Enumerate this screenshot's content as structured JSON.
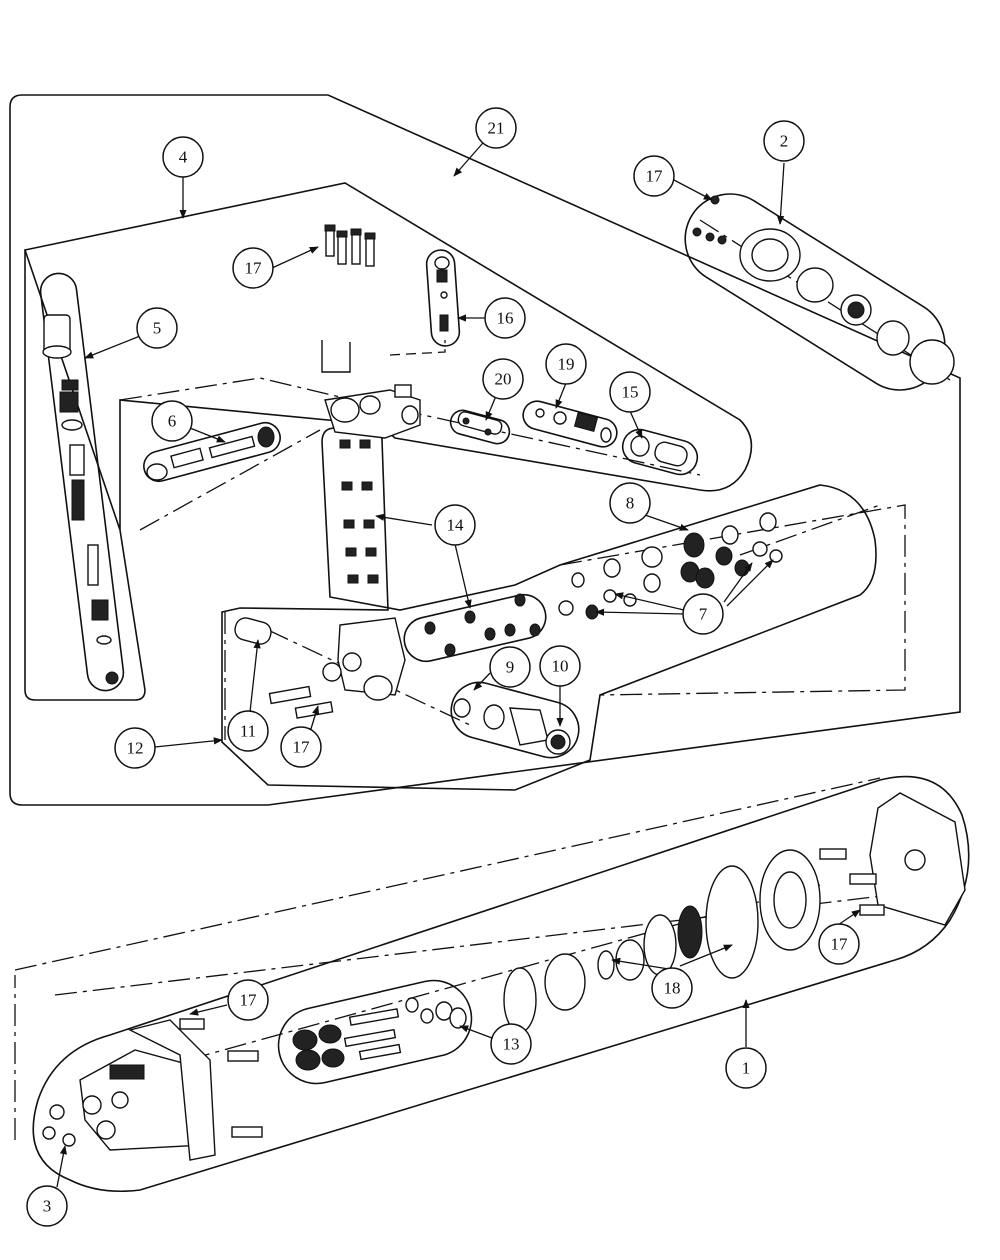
{
  "callouts": [
    {
      "label": "21"
    },
    {
      "label": "4"
    },
    {
      "label": "17"
    },
    {
      "label": "2"
    },
    {
      "label": "17"
    },
    {
      "label": "5"
    },
    {
      "label": "16"
    },
    {
      "label": "20"
    },
    {
      "label": "19"
    },
    {
      "label": "15"
    },
    {
      "label": "6"
    },
    {
      "label": "8"
    },
    {
      "label": "14"
    },
    {
      "label": "7"
    },
    {
      "label": "9"
    },
    {
      "label": "10"
    },
    {
      "label": "11"
    },
    {
      "label": "17"
    },
    {
      "label": "12"
    },
    {
      "label": "17"
    },
    {
      "label": "18"
    },
    {
      "label": "17"
    },
    {
      "label": "13"
    },
    {
      "label": "1"
    },
    {
      "label": "3"
    }
  ]
}
